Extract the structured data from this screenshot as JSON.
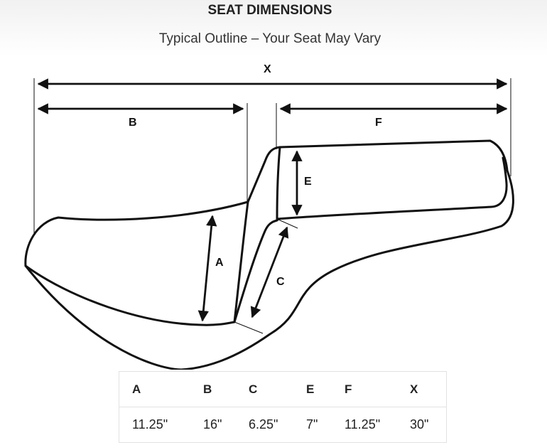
{
  "title": "SEAT DIMENSIONS",
  "subtitle": "Typical Outline – Your Seat May Vary",
  "diagram": {
    "labels": {
      "x": "X",
      "b": "B",
      "f": "F",
      "e": "E",
      "a": "A",
      "c": "C"
    }
  },
  "table": {
    "headers": [
      "A",
      "B",
      "C",
      "E",
      "F",
      "X"
    ],
    "values": [
      "11.25\"",
      "16\"",
      "6.25\"",
      "7\"",
      "11.25\"",
      "30\""
    ]
  }
}
